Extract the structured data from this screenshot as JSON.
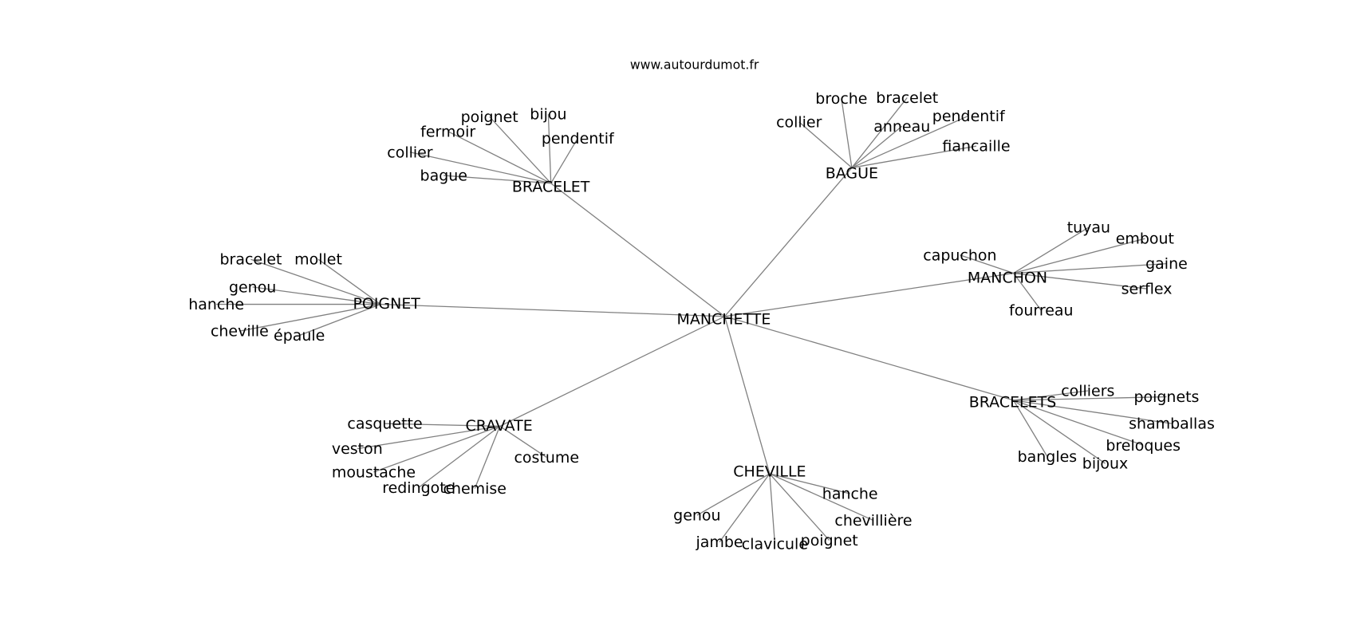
{
  "title": "www.autourdumot.fr",
  "hub": "MANCHETTE",
  "clusters": [
    {
      "label": "BRACELET",
      "leaves": [
        "bijou",
        "poignet",
        "fermoir",
        "collier",
        "bague",
        "pendentif"
      ]
    },
    {
      "label": "BAGUE",
      "leaves": [
        "broche",
        "bracelet",
        "collier",
        "anneau",
        "pendentif",
        "fiancaille"
      ]
    },
    {
      "label": "POIGNET",
      "leaves": [
        "bracelet",
        "mollet",
        "genou",
        "hanche",
        "cheville",
        "épaule"
      ]
    },
    {
      "label": "MANCHON",
      "leaves": [
        "tuyau",
        "embout",
        "capuchon",
        "gaine",
        "serflex",
        "fourreau"
      ]
    },
    {
      "label": "BRACELETS",
      "leaves": [
        "colliers",
        "poignets",
        "shamballas",
        "breloques",
        "bangles",
        "bijoux"
      ]
    },
    {
      "label": "CRAVATE",
      "leaves": [
        "casquette",
        "veston",
        "moustache",
        "redingote",
        "chemise",
        "costume"
      ]
    },
    {
      "label": "CHEVILLE",
      "leaves": [
        "hanche",
        "chevillière",
        "genou",
        "jambe",
        "clavicule",
        "poignet"
      ]
    }
  ]
}
